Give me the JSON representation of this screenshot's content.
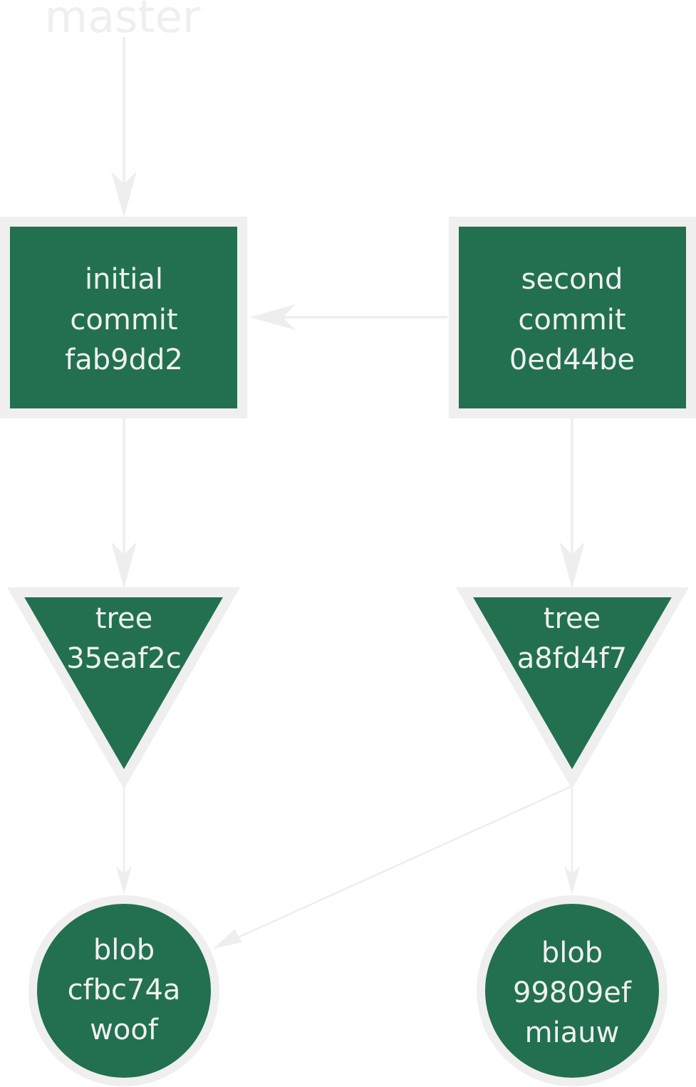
{
  "colors": {
    "node_fill": "#22704f",
    "node_border": "#efefef",
    "edge": "#eeeeee",
    "label_text": "#f0f0f0",
    "background": "#ffffff"
  },
  "ref": {
    "label": "master"
  },
  "commits": [
    {
      "lines": [
        "initial",
        "commit",
        "fab9dd2"
      ]
    },
    {
      "lines": [
        "second",
        "commit",
        "0ed44be"
      ]
    }
  ],
  "trees": [
    {
      "lines": [
        "tree",
        "35eaf2c"
      ]
    },
    {
      "lines": [
        "tree",
        "a8fd4f7"
      ]
    }
  ],
  "blobs": [
    {
      "lines": [
        "blob",
        "cfbc74a",
        "woof"
      ]
    },
    {
      "lines": [
        "blob",
        "99809ef",
        "miauw"
      ]
    }
  ]
}
